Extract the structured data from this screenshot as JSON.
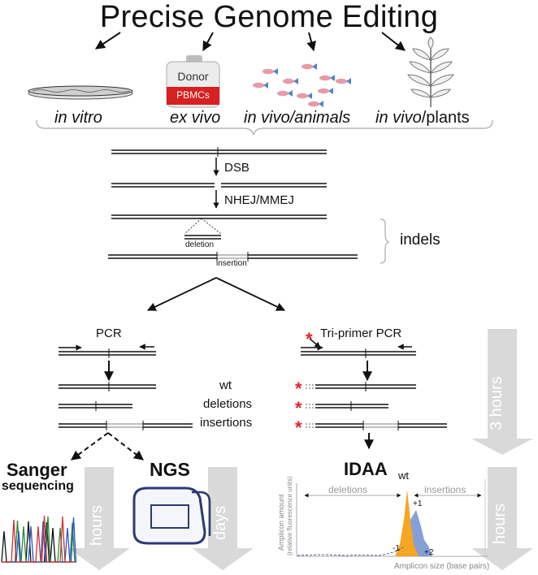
{
  "title": "Precise Genome Editing",
  "categories": {
    "in_vitro": "in vitro",
    "ex_vivo": "ex vivo",
    "in_vivo_animals": "in vivo/animals",
    "in_vivo_prefix": "in vivo",
    "plants_suffix": "/plants"
  },
  "blood_bag": {
    "donor": "Donor",
    "pbmcs": "PBMCs"
  },
  "steps": {
    "dsb": "DSB",
    "nhej": "NHEJ/MMEJ"
  },
  "indel_labels": {
    "deletion": "deletion",
    "insertion": "insertion",
    "indels": "indels"
  },
  "pcr": {
    "left": "PCR",
    "right": "Tri-primer PCR"
  },
  "allele_labels": {
    "wt": "wt",
    "deletions": "deletions",
    "insertions": "insertions"
  },
  "methods": {
    "sanger_line1": "Sanger",
    "sanger_line2": "sequencing",
    "ngs": "NGS",
    "idaa": "IDAA"
  },
  "durations": {
    "three_hours": "3 hours",
    "hours_left": "hours",
    "days": "days",
    "hours_right": "hours"
  },
  "idaa_plot": {
    "y_label": "Amplicon amount",
    "y_sublabel": "(relative fluorescence units)",
    "x_label": "Amplicon size (base pairs)",
    "deletions": "deletions",
    "insertions": "insertions",
    "peak_wt": "wt",
    "peak_plus1": "+1",
    "peak_minus1": "-1",
    "peak_plus2": "+2"
  },
  "colors": {
    "red": "#e8202a",
    "orange": "#f5a623",
    "blue": "#6f8fd0",
    "grey_arrow": "#d9d9d9",
    "navy": "#2b3a74"
  }
}
